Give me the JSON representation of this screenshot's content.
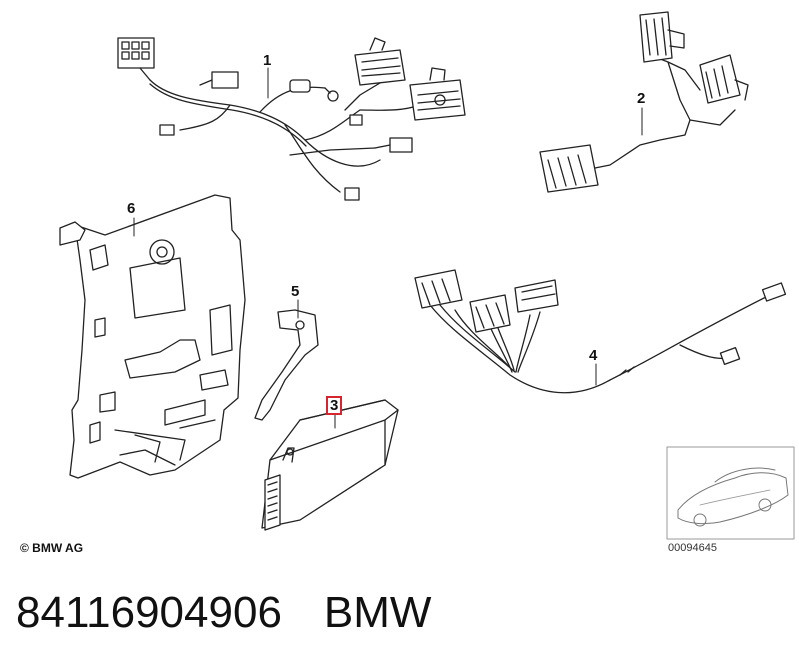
{
  "callouts": {
    "c1": "1",
    "c2": "2",
    "c3": "3",
    "c4": "4",
    "c5": "5",
    "c6": "6"
  },
  "highlight_color": "#d6252f",
  "copyright": "© BMW AG",
  "catalog_number": "00094645",
  "footer": {
    "part_number": "84116904906",
    "brand": "BMW"
  }
}
